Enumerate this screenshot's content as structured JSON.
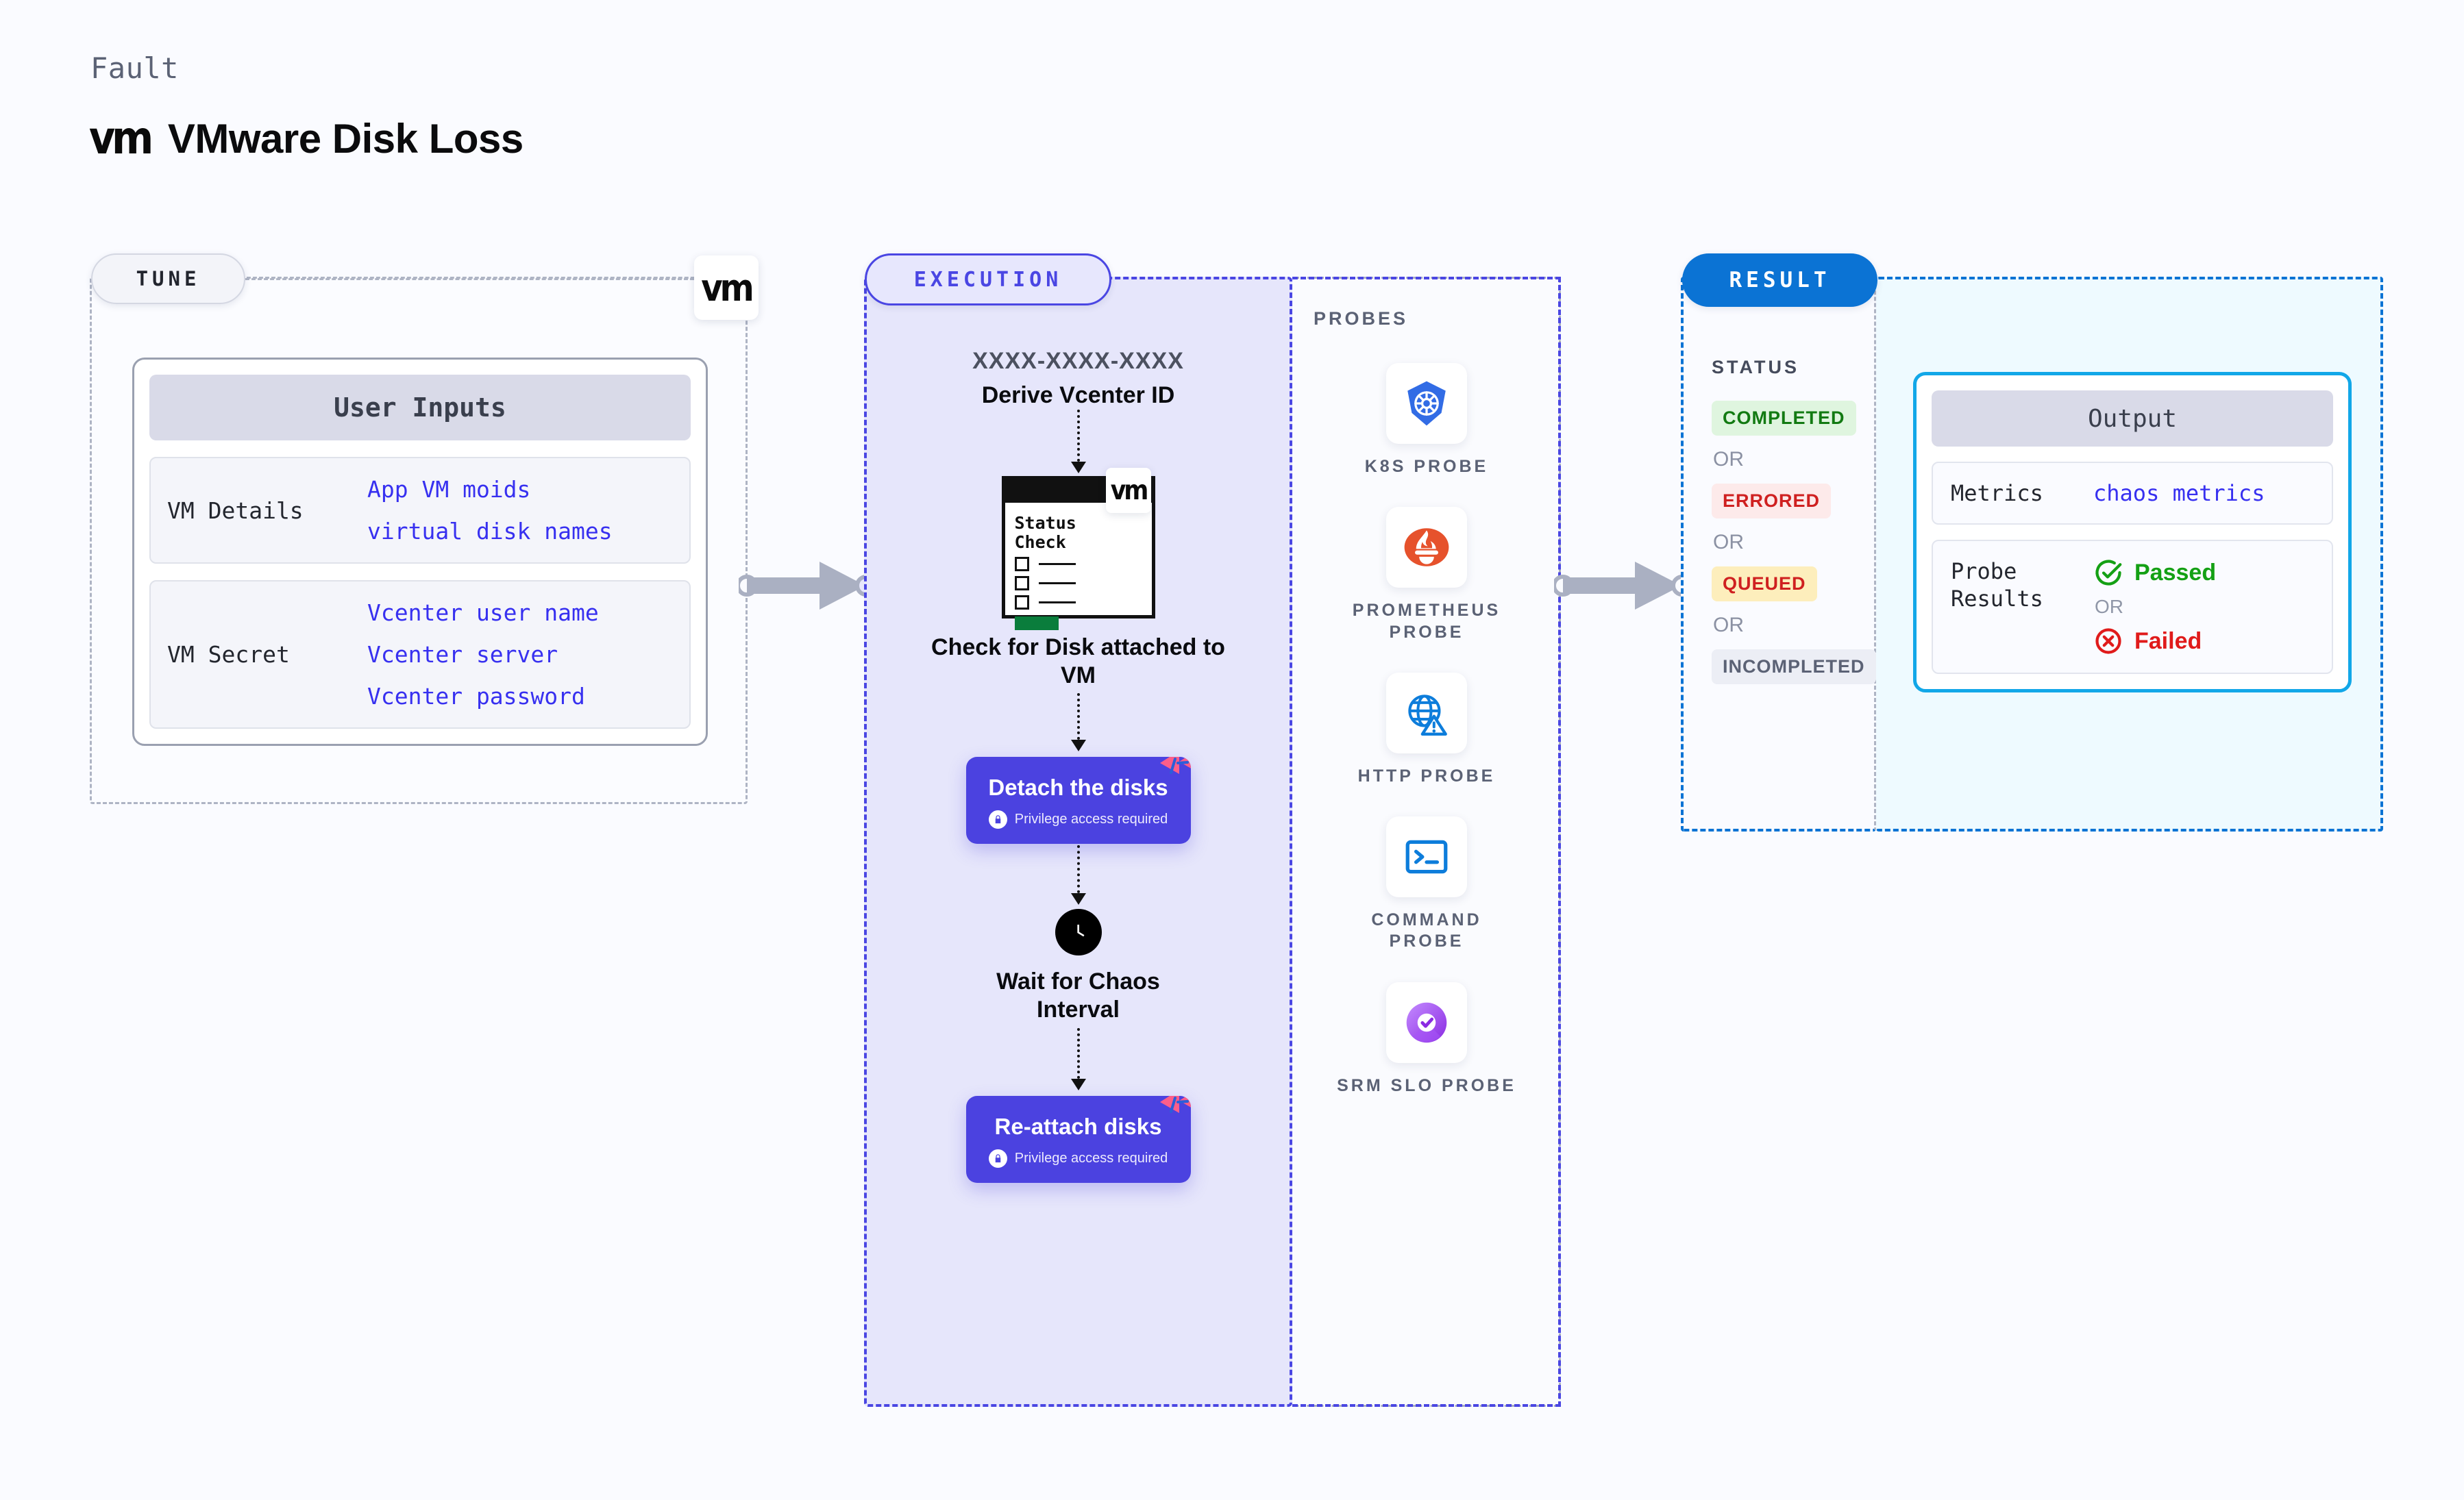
{
  "header": {
    "kicker": "Fault",
    "logo_icon": "vmware-vm-icon",
    "logo_text": "vm",
    "title": "VMware Disk Loss"
  },
  "tune": {
    "chip_label": "TUNE",
    "badge_logo": "vm",
    "card": {
      "title": "User Inputs",
      "groups": [
        {
          "label": "VM Details",
          "values": [
            "App VM moids",
            "virtual disk names"
          ]
        },
        {
          "label": "VM Secret",
          "values": [
            "Vcenter user name",
            "Vcenter server",
            "Vcenter password"
          ]
        }
      ]
    }
  },
  "execution": {
    "chip_label": "EXECUTION",
    "steps": {
      "derive_id_value": "XXXX-XXXX-XXXX",
      "derive_id_caption": "Derive Vcenter ID",
      "status_check": {
        "line1": "Status",
        "line2": "Check",
        "badge_logo": "vm",
        "caption": "Check for Disk attached to VM"
      },
      "detach": {
        "title": "Detach the disks",
        "subtitle": "Privilege access required",
        "lock_icon": "lock-icon",
        "corner_icon": "harness-logo-icon"
      },
      "wait": {
        "icon": "clock-icon",
        "caption": "Wait for Chaos Interval"
      },
      "reattach": {
        "title": "Re-attach disks",
        "subtitle": "Privilege access required",
        "lock_icon": "lock-icon",
        "corner_icon": "harness-logo-icon"
      }
    }
  },
  "probes": {
    "section_label": "PROBES",
    "items": [
      {
        "name": "K8S PROBE",
        "icon": "kubernetes-icon",
        "color": "#326ce5"
      },
      {
        "name": "PROMETHEUS PROBE",
        "icon": "prometheus-icon",
        "color": "#e6522c"
      },
      {
        "name": "HTTP PROBE",
        "icon": "http-globe-warning-icon",
        "color": "#0d7ddb"
      },
      {
        "name": "COMMAND PROBE",
        "icon": "terminal-icon",
        "color": "#0d7ddb"
      },
      {
        "name": "SRM SLO PROBE",
        "icon": "srm-slo-icon",
        "color": "#9b4dff"
      }
    ]
  },
  "result": {
    "chip_label": "RESULT",
    "status_label": "STATUS",
    "or_label": "OR",
    "statuses": [
      {
        "label": "COMPLETED",
        "style": "completed"
      },
      {
        "label": "ERRORED",
        "style": "errored"
      },
      {
        "label": "QUEUED",
        "style": "queued"
      },
      {
        "label": "INCOMPLETED",
        "style": "incompleted"
      }
    ],
    "output": {
      "title": "Output",
      "metrics_key": "Metrics",
      "metrics_value": "chaos metrics",
      "probe_results_key": "Probe Results",
      "passed_label": "Passed",
      "passed_icon": "check-circle-icon",
      "failed_label": "Failed",
      "failed_icon": "x-circle-icon",
      "or_label": "OR"
    }
  },
  "colors": {
    "execution_accent": "#4a46e3",
    "result_accent": "#0b73d4",
    "action_card": "#4b42e0",
    "output_border": "#12a7e8",
    "value_text": "#3730f0"
  }
}
